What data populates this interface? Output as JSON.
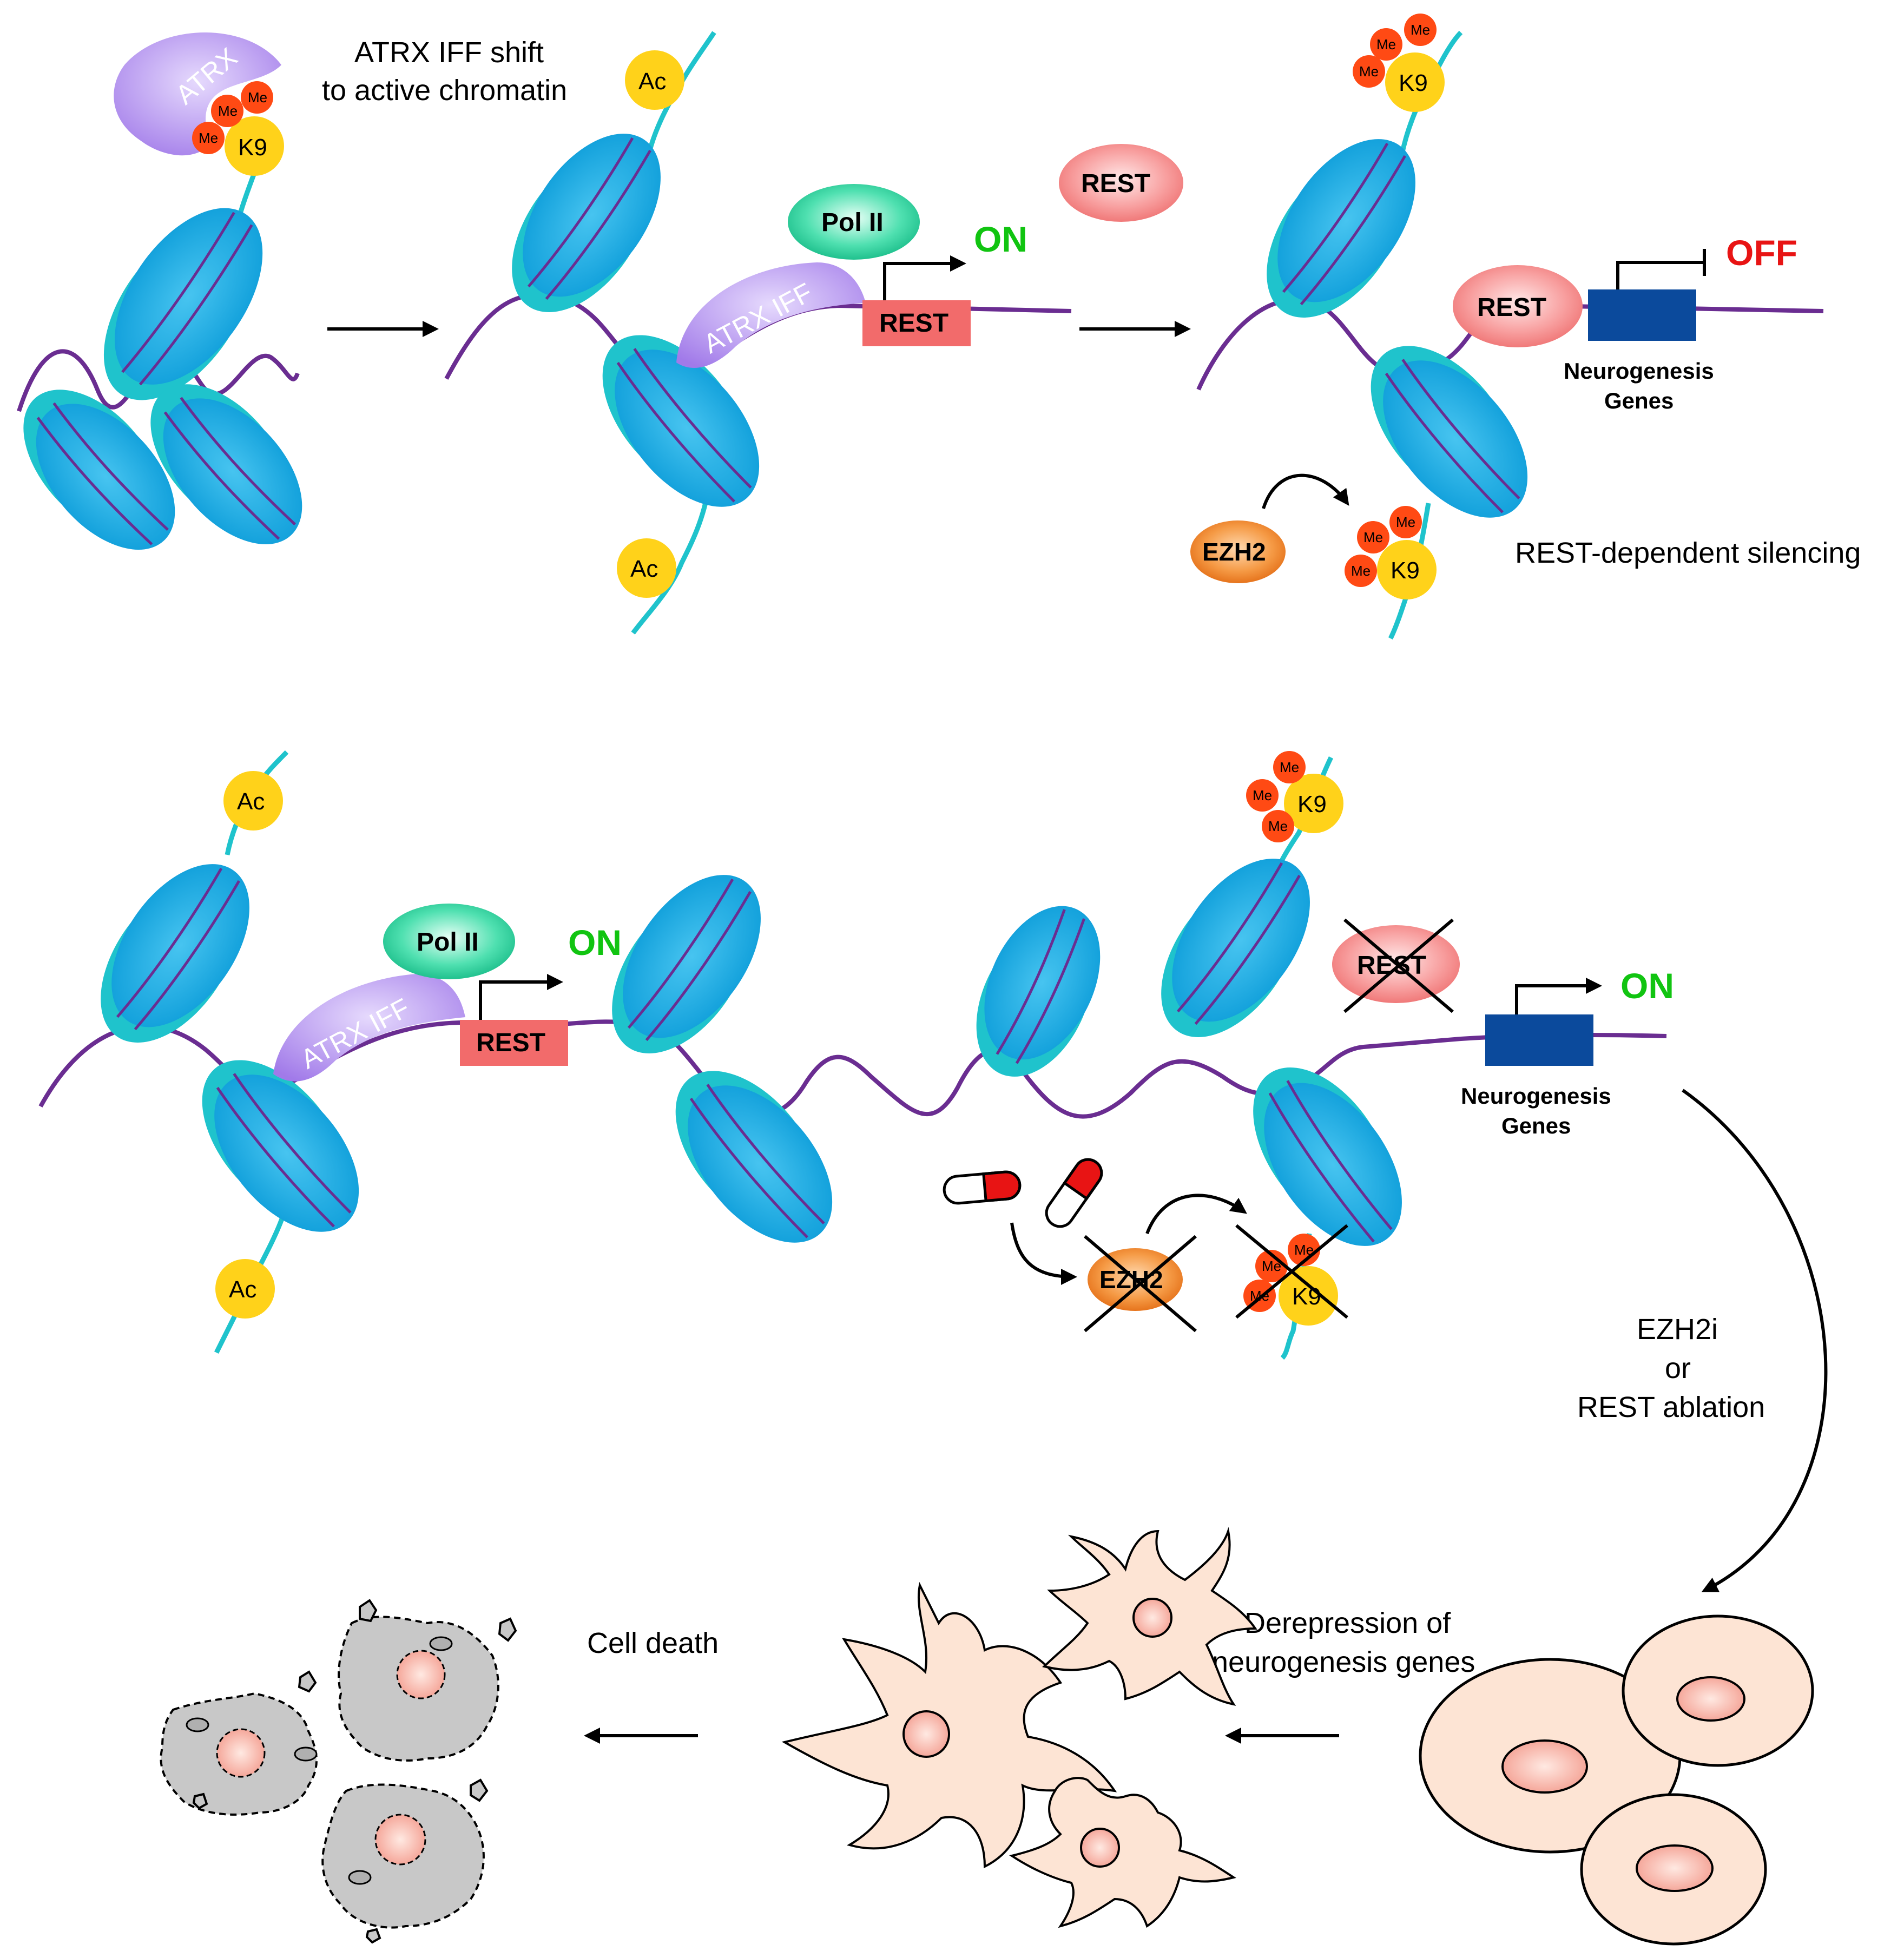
{
  "colors": {
    "nucleosome": "#0aa7dc",
    "nucleosome_edge": "#1fc3cc",
    "dna": "#6a2d91",
    "tail": "#1fc3cc",
    "atrx": "#b48cf0",
    "acetyl": "#ffd21a",
    "methyl": "#ff4a14",
    "pol2": "#22d39a",
    "rest_protein": "#f48080",
    "rest_gene": "#f26b6b",
    "neuro_gene": "#0b4a9c",
    "ezh2": "#f07a1e",
    "on": "#11c411",
    "off": "#e81414",
    "cell": "#fde4d4",
    "dead_cell": "#c8c8c8"
  },
  "panel_top": {
    "caption_line1": "ATRX IFF shift",
    "caption_line2": "to active chromatin",
    "atrx_label": "ATRX",
    "atrx_iff_label": "ATRX IFF",
    "k9_label": "K9",
    "me_label": "Me",
    "ac_label": "Ac",
    "pol2_label": "Pol II",
    "rest_gene_label": "REST",
    "rest_protein_label": "REST",
    "on_label": "ON",
    "off_label": "OFF",
    "neuro_line1": "Neurogenesis",
    "neuro_line2": "Genes",
    "ezh2_label": "EZH2",
    "silencing_label": "REST-dependent silencing"
  },
  "panel_middle": {
    "ac_label": "Ac",
    "atrx_iff_label": "ATRX IFF",
    "pol2_label": "Pol II",
    "rest_gene_label": "REST",
    "on_label": "ON",
    "rest_protein_label": "REST",
    "k9_label": "K9",
    "me_label": "Me",
    "ezh2_label": "EZH2",
    "neuro_line1": "Neurogenesis",
    "neuro_line2": "Genes",
    "on_label2": "ON",
    "treatment_line1": "EZH2i",
    "treatment_line2": "or",
    "treatment_line3": "REST ablation"
  },
  "panel_bottom": {
    "derepression_line1": "Derepression of",
    "derepression_line2": "neurogenesis genes",
    "cell_death_label": "Cell death"
  }
}
